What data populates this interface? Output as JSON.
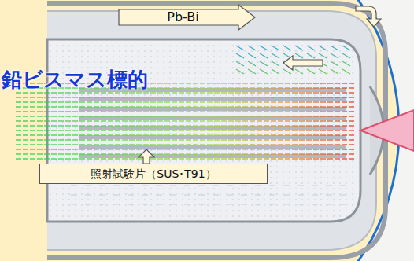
{
  "diagram": {
    "nodes": [
      {
        "text": [
          "Pb-Bi"
        ]
      },
      {
        "text": [
          "照射試験片（SUS･T91）"
        ]
      }
    ],
    "labels": [
      "鉛ビスマス標的"
    ]
  }
}
